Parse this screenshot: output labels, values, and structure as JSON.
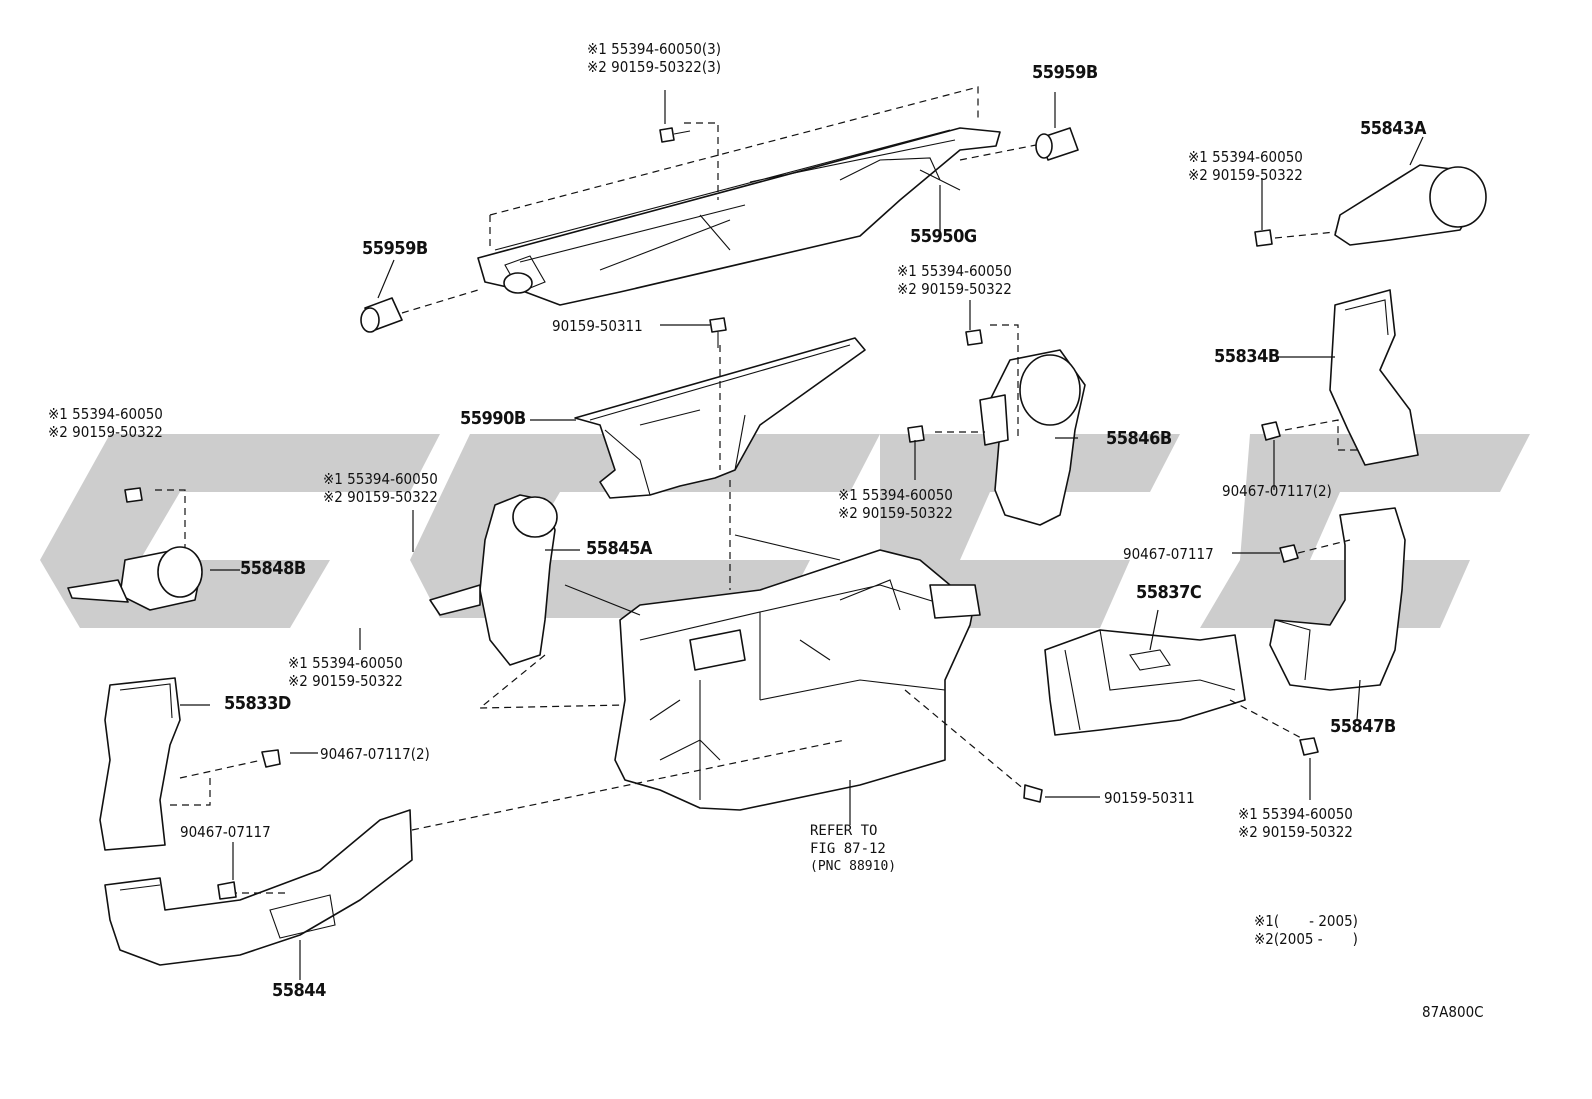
{
  "parts": {
    "p55959B_top": "55959B",
    "p55959B_left": "55959B",
    "p55950G": "55950G",
    "p55843A": "55843A",
    "p55834B": "55834B",
    "p55846B": "55846B",
    "p55990B": "55990B",
    "p55845A": "55845A",
    "p55848B": "55848B",
    "p55837C": "55837C",
    "p55833D": "55833D",
    "p55847B": "55847B",
    "p55844": "55844"
  },
  "fasteners": {
    "top_duct_1": "※1 55394-60050(3)",
    "top_duct_2": "※2 90159-50322(3)",
    "a843_1": "※1 55394-60050",
    "a843_2": "※2 90159-50322",
    "b846_1": "※1 55394-60050",
    "b846_2": "※2 90159-50322",
    "b848_1": "※1 55394-60050",
    "b848_2": "※2 90159-50322",
    "c845_1": "※1 55394-60050",
    "c845_2": "※2 90159-50322",
    "d846_1": "※1 55394-60050",
    "d846_2": "※2 90159-50322",
    "e845_1": "※1 55394-60050",
    "e845_2": "※2 90159-50322",
    "f837_1": "※1 55394-60050",
    "f837_2": "※2 90159-50322",
    "bolt_90159_50311_top": "90159-50311",
    "bolt_90159_50311_bottom": "90159-50311",
    "clip_834B": "90467-07117(2)",
    "clip_847B": "90467-07117",
    "clip_833D": "90467-07117(2)",
    "clip_844": "90467-07117"
  },
  "refer": {
    "line1": "REFER TO",
    "line2": "FIG 87-12",
    "line3": "(PNC 88910)"
  },
  "notes": {
    "n1": "※1(　　- 2005)",
    "n2": "※2(2005 -　　)"
  },
  "figure_code": "87A800C",
  "watermark_color": "#c8c8c8"
}
